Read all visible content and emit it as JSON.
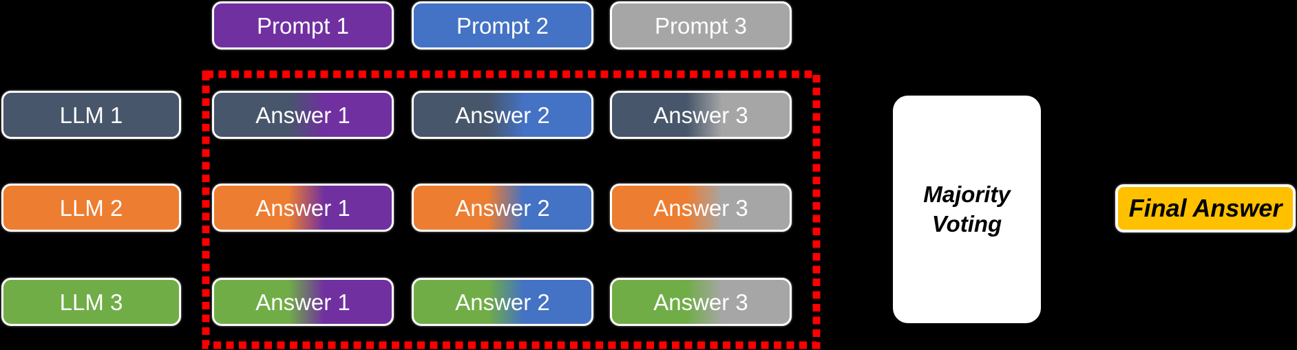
{
  "colors": {
    "background": "#000000",
    "selection_border": "#FF0000",
    "box_text": "#FFFFFF",
    "dark_text": "#000000",
    "majority_box_bg": "#FFFFFF",
    "final_answer_bg": "#FFC000"
  },
  "prompts": [
    {
      "label": "Prompt 1",
      "color": "#7030A0"
    },
    {
      "label": "Prompt 2",
      "color": "#4472C4"
    },
    {
      "label": "Prompt 3",
      "color": "#A6A6A6"
    }
  ],
  "llms": [
    {
      "label": "LLM 1",
      "color": "#47566B"
    },
    {
      "label": "LLM 2",
      "color": "#ED7D31"
    },
    {
      "label": "LLM 3",
      "color": "#70AD47"
    }
  ],
  "answer_grid": {
    "rows": [
      {
        "llm": "LLM 1",
        "cells": [
          "Answer 1",
          "Answer 2",
          "Answer 3"
        ]
      },
      {
        "llm": "LLM 2",
        "cells": [
          "Answer 1",
          "Answer 2",
          "Answer 3"
        ]
      },
      {
        "llm": "LLM 3",
        "cells": [
          "Answer 1",
          "Answer 2",
          "Answer 3"
        ]
      }
    ]
  },
  "majority_voting": {
    "label": "Majority Voting"
  },
  "final_answer": {
    "label": "Final Answer"
  }
}
